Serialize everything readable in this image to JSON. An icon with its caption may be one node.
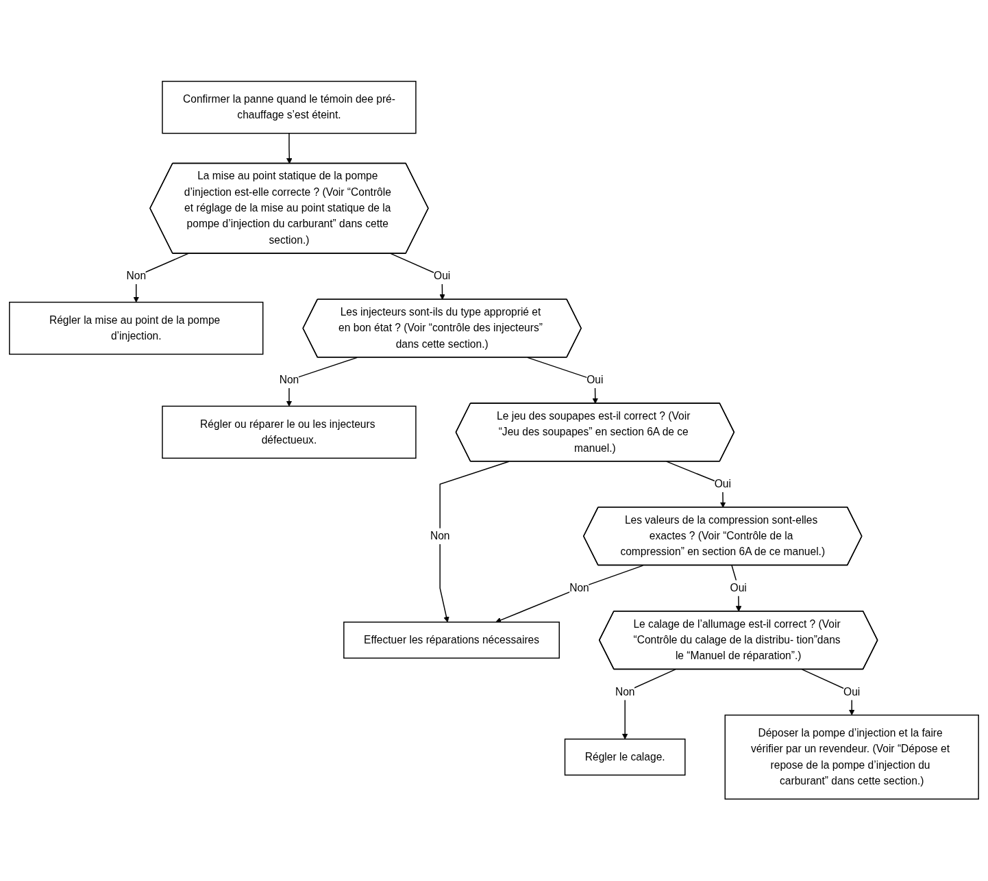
{
  "diagram": {
    "nodes": [
      {
        "text": [
          "Confirmer la panne quand le témoin dee pré-chauffage s’est éteint."
        ]
      },
      {
        "text": [
          "La mise au point statique de la pompe d’injection est-elle correcte ? (Voir “Contrôle et réglage de la mise au point statique de la pompe d’injection du carburant” dans cette section.)"
        ]
      },
      {
        "text": [
          "Régler la mise au point de la pompe d’injection."
        ]
      },
      {
        "text": [
          "Les injecteurs sont-ils du type approprié et en bon état ? (Voir “contrôle des injecteurs” dans cette section.)"
        ]
      },
      {
        "text": [
          "Régler ou réparer le ou les injecteurs défectueux."
        ]
      },
      {
        "text": [
          "Le jeu des soupapes est-il correct ? (Voir “Jeu des soupapes” en section 6A de ce manuel.)"
        ]
      },
      {
        "text": [
          "Les valeurs de la compression sont-elles exactes ? (Voir “Contrôle de la compression” en section 6A de ce manuel.)"
        ]
      },
      {
        "text": [
          "Effectuer les réparations nécessaires"
        ]
      },
      {
        "text": [
          "Le calage de l’allumage est-il correct ? (Voir “Contrôle du calage de la distribu- tion”dans le “Manuel de réparation”.)"
        ]
      },
      {
        "text": [
          "Régler le calage."
        ]
      },
      {
        "text": [
          "Déposer la pompe d’injection et la faire vérifier par un revendeur. (Voir “Dépose et repose de la pompe d’injection du carburant” dans cette section.)"
        ]
      }
    ],
    "edges": [
      {
        "from": 0,
        "to": 1,
        "arrow": "to"
      },
      {
        "from": 1,
        "to": 2,
        "label": "Non",
        "arrow": "to"
      },
      {
        "from": 1,
        "to": 3,
        "label": "Oui",
        "arrow": "to"
      },
      {
        "from": 3,
        "to": 4,
        "label": "Non",
        "arrow": "to"
      },
      {
        "from": 3,
        "to": 5,
        "label": "Oui",
        "arrow": "to"
      },
      {
        "from": 5,
        "to": 7,
        "label": "Non",
        "arrow": "to"
      },
      {
        "from": 5,
        "to": 6,
        "label": "Oui",
        "arrow": "to"
      },
      {
        "from": 6,
        "to": 7,
        "label": "Non",
        "arrow": "to"
      },
      {
        "from": 6,
        "to": 8,
        "label": "Oui",
        "arrow": "to"
      },
      {
        "from": 8,
        "to": 9,
        "label": "Non",
        "arrow": "to"
      },
      {
        "from": 8,
        "to": 10,
        "label": "Oui",
        "arrow": "to"
      }
    ]
  }
}
